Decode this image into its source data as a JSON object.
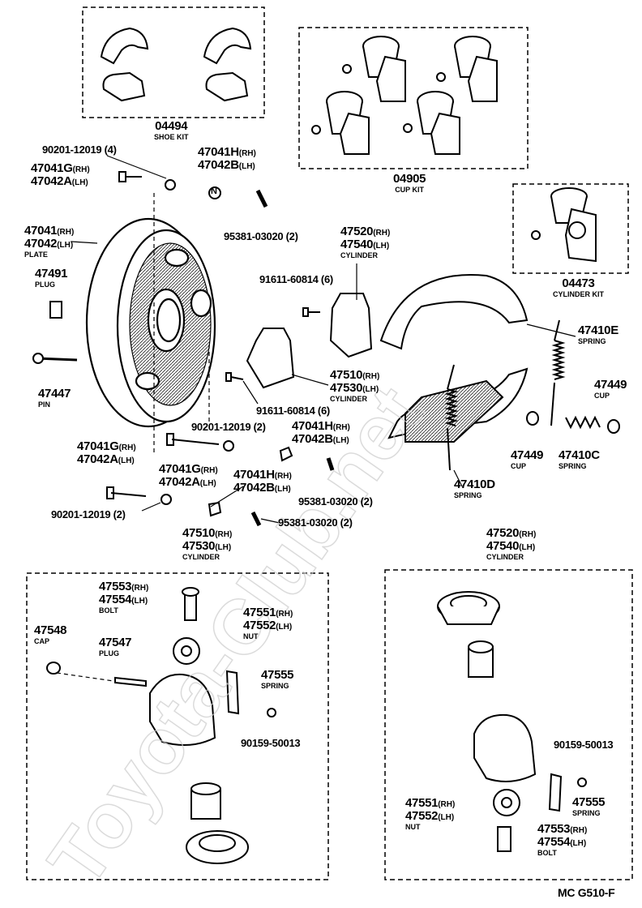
{
  "diagram_id": "MC G510-F",
  "watermark": "Toyota-Club.net",
  "kits": {
    "shoe_kit": {
      "number": "04494",
      "name": "SHOE KIT"
    },
    "cup_kit": {
      "number": "04905",
      "name": "CUP KIT"
    },
    "cylinder_kit": {
      "number": "04473",
      "name": "CYLINDER KIT"
    }
  },
  "labels": {
    "p90201_4": "90201-12019 (4)",
    "p47041g_top": "47041G",
    "p47042a_top": "47042A",
    "p47041h_top": "47041H",
    "p47042b_top": "47042B",
    "n_marker": "N",
    "p95381_top": "95381-03020 (2)",
    "p47041_plate": "47041",
    "p47042_plate": "47042",
    "plate_name": "PLATE",
    "p47491": "47491",
    "plug_name": "PLUG",
    "p47447": "47447",
    "pin_name": "PIN",
    "p91611_6": "91611-60814 (6)",
    "p47520": "47520",
    "p47540": "47540",
    "cylinder_name": "CYLINDER",
    "p47510": "47510",
    "p47530": "47530",
    "p91611_mid": "91611-60814 (6)",
    "p90201_mid": "90201-12019 (2)",
    "p47041h_mid": "47041H",
    "p47042b_mid": "47042B",
    "p47041g_left": "47041G",
    "p47042a_left": "47042A",
    "p47041g_mid": "47041G",
    "p47042a_mid": "47042A",
    "p47041h_low": "47041H",
    "p47042b_low": "47042B",
    "p95381_mid": "95381-03020 (2)",
    "p90201_low": "90201-12019 (2)",
    "p95381_low": "95381-03020 (2)",
    "p47410e": "47410E",
    "spring_name": "SPRING",
    "p47449_r": "47449",
    "cup_name": "CUP",
    "p47449_l": "47449",
    "p47410c": "47410C",
    "p47410d": "47410D",
    "p47510_b": "47510",
    "p47530_b": "47530",
    "p47520_b": "47520",
    "p47540_b": "47540",
    "p47553_l": "47553",
    "p47554_l": "47554",
    "bolt_name": "BOLT",
    "p47551_l": "47551",
    "p47552_l": "47552",
    "nut_name": "NUT",
    "p47548": "47548",
    "cap_name": "CAP",
    "p47547": "47547",
    "p47555_l": "47555",
    "p90159_l": "90159-50013",
    "p90159_r": "90159-50013",
    "p47551_r": "47551",
    "p47552_r": "47552",
    "p47555_r": "47555",
    "p47553_r": "47553",
    "p47554_r": "47554",
    "rh": "(RH)",
    "lh": "(LH)"
  }
}
